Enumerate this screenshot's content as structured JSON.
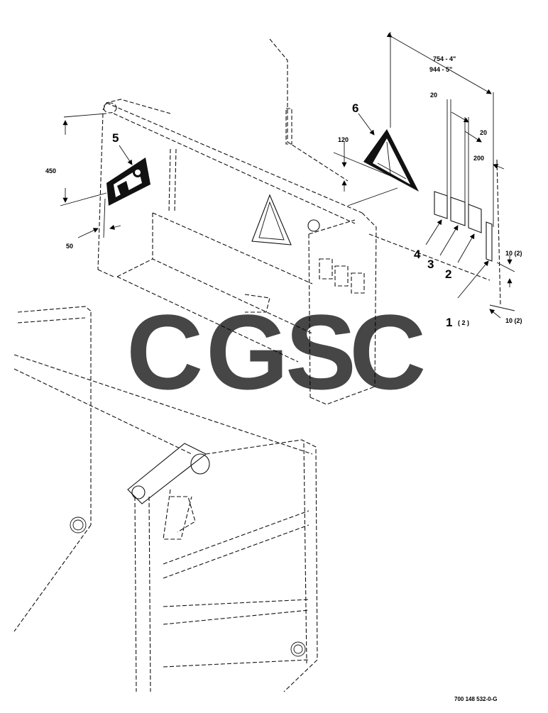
{
  "diagram": {
    "dimensions": {
      "d754": "754 - 4\"",
      "d944": "944 - 5\"",
      "d20a": "20",
      "d20b": "20",
      "d200": "200",
      "d120": "120",
      "d450": "450",
      "d50": "50",
      "d10a": "10 (2)",
      "d10b": "10 (2)"
    },
    "callouts": {
      "c1": "1",
      "c1qty": "( 2 )",
      "c2": "2",
      "c3": "3",
      "c4": "4",
      "c5": "5",
      "c6": "6"
    },
    "watermark": {
      "letters": [
        "C",
        "G",
        "S",
        "C"
      ],
      "colors": [
        "#7fb0f5",
        "#f08a7e",
        "#f7d55a",
        "#6dbf98"
      ]
    },
    "drawing_number": "700 148 532-0-G"
  }
}
